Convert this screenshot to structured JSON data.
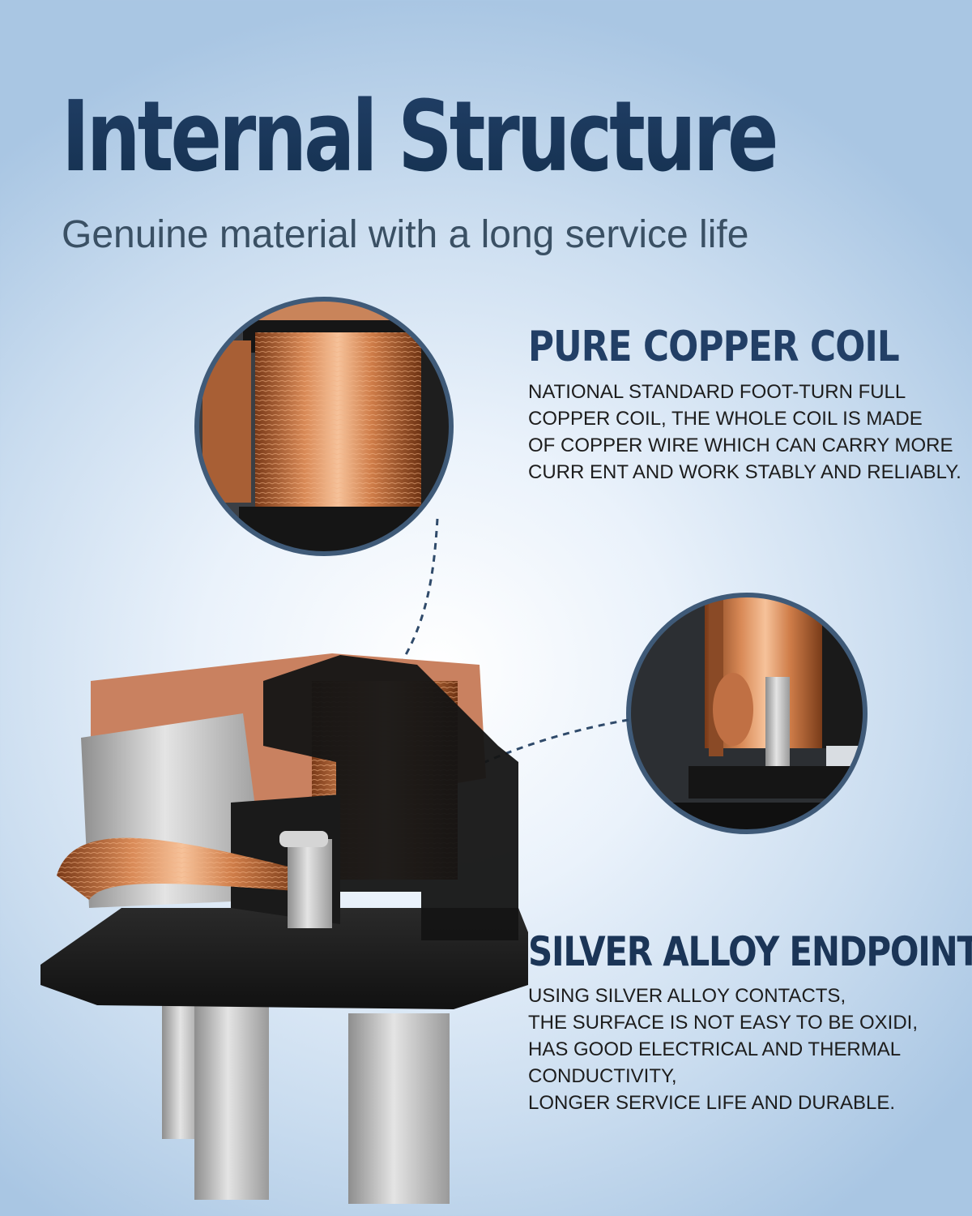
{
  "header": {
    "title": "Internal Structure",
    "subtitle": "Genuine material with a long service life"
  },
  "features": [
    {
      "title": "PURE COPPER COIL",
      "lines": [
        "NATIONAL STANDARD FOOT-TURN FULL",
        "COPPER COIL, THE WHOLE COIL IS MADE",
        "OF COPPER WIRE WHICH CAN CARRY MORE",
        "CURR ENT AND WORK STABLY AND RELIABLY."
      ]
    },
    {
      "title": "SILVER ALLOY ENDPOINT",
      "lines": [
        "USING SILVER ALLOY CONTACTS,",
        "THE SURFACE IS NOT EASY TO BE OXIDI,",
        "HAS GOOD ELECTRICAL AND THERMAL",
        "CONDUCTIVITY,",
        "LONGER SERVICE LIFE AND DURABLE."
      ]
    }
  ],
  "colors": {
    "title": "#16335a",
    "circle_border": "#3f5a78",
    "copper": "#c87a4a",
    "relay_body": "#1b1b1b",
    "silver": "#b8b8b8"
  },
  "images": {
    "main": "relay-photo",
    "zoom_1": "copper-coil-closeup",
    "zoom_2": "silver-contact-closeup"
  }
}
